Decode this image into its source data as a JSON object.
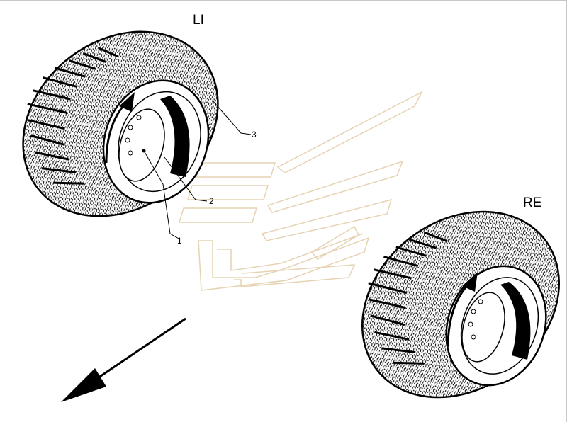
{
  "labels": {
    "left_wheel": "LI",
    "right_wheel": "RE"
  },
  "callouts": {
    "rim": "1",
    "disc": "2",
    "tire": "3"
  },
  "colors": {
    "line": "#000000",
    "watermark": "#e6d3b3",
    "frame": "#c8c8c8"
  }
}
